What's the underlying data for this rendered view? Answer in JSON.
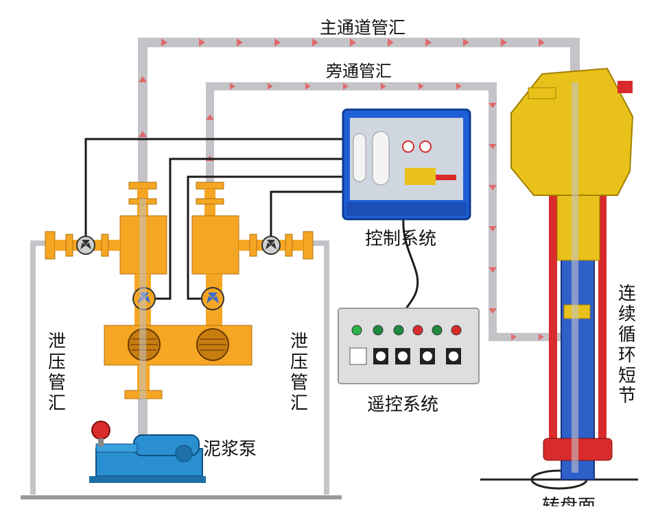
{
  "labels": {
    "main_manifold": "主通道管汇",
    "bypass_manifold": "旁通管汇",
    "control_system": "控制系统",
    "remote_system": "遥控系统",
    "mud_pump": "泥浆泵",
    "relief_left": "泄压管汇",
    "relief_right": "泄压管汇",
    "circulation_sub": "连续循环短节",
    "rotary_table_partial": "转盘面"
  },
  "colors": {
    "pipe": "#c4c4c8",
    "flow_arrow": "#e06b6b",
    "manifold": "#f5a623",
    "manifold_dark": "#c77d10",
    "control_box": "#1f5fd6",
    "sub_yellow": "#e8c21a",
    "sub_blue": "#2f5fc9",
    "sub_red": "#d92b2b",
    "pump_blue": "#2a8fd0"
  },
  "icons": [
    "flow-arrow-icon",
    "butterfly-valve-icon",
    "indicator-light-icon",
    "selector-switch-icon",
    "gauge-icon"
  ]
}
